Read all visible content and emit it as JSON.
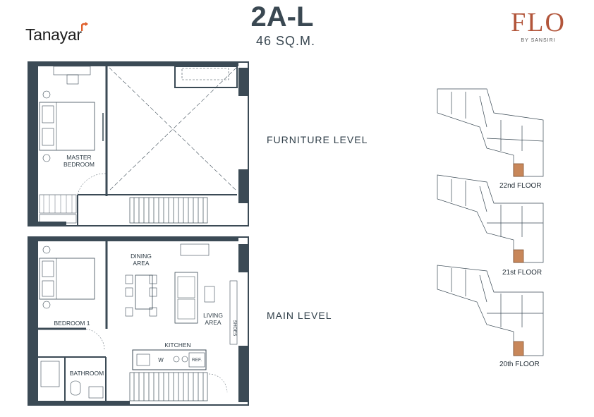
{
  "header": {
    "brand": "Tanayar",
    "unit_code": "2A-L",
    "unit_area": "46 SQ.M.",
    "logo_main": "FLO",
    "logo_sub": "BY SANSIRI"
  },
  "levels": {
    "furniture": "FURNITURE LEVEL",
    "main": "MAIN LEVEL"
  },
  "rooms": {
    "master_line1": "MASTER",
    "master_line2": "BEDROOM",
    "dining_line1": "DINING",
    "dining_line2": "AREA",
    "living_line1": "LIVING",
    "living_line2": "AREA",
    "bedroom1": "BEDROOM 1",
    "kitchen": "KITCHEN",
    "bathroom": "BATHROOM",
    "shoes": "SHOES",
    "fixture_w": "W",
    "fixture_ref": "REF."
  },
  "key_plans": [
    {
      "floor": "22nd FLOOR"
    },
    {
      "floor": "21st FLOOR"
    },
    {
      "floor": "20th FLOOR"
    }
  ],
  "colors": {
    "wall": "#3b4a55",
    "accent": "#c8875a",
    "brand_arrow": "#e0602b",
    "logo": "#b2553a"
  }
}
